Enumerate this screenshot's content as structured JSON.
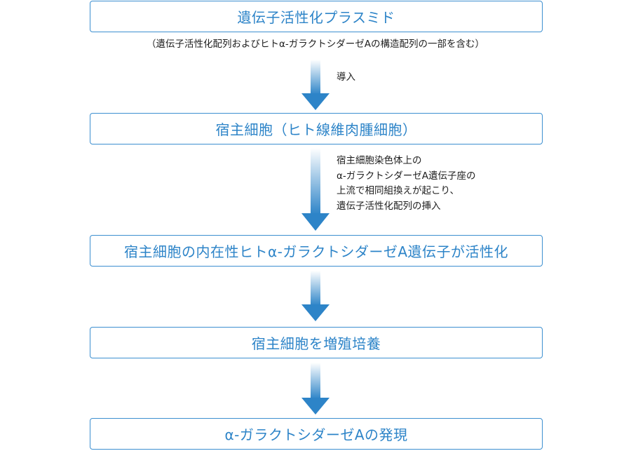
{
  "steps": [
    {
      "label": "遺伝子活性化プラスミド"
    },
    {
      "label": "宿主細胞（ヒト線維肉腫細胞）"
    },
    {
      "label": "宿主細胞の内在性ヒトα-ガラクトシダーゼA遺伝子が活性化"
    },
    {
      "label": "宿主細胞を増殖培養"
    },
    {
      "label": "α-ガラクトシダーゼAの発現"
    }
  ],
  "notes": {
    "plasmid_detail": "（遺伝子活性化配列およびヒトα-ガラクトシダーゼAの構造配列の一部を含む）",
    "introduction": "導入",
    "integration_lines": [
      "宿主細胞染色体上の",
      "α-ガラクトシダーゼA遺伝子座の",
      "上流で相同組換えが起こり、",
      "遺伝子活性化配列の挿入"
    ]
  },
  "colors": {
    "box_border": "#3c8fd0",
    "box_text": "#2d84c8",
    "arrow": "#2d84c8",
    "note_text": "#1e1e1e"
  }
}
